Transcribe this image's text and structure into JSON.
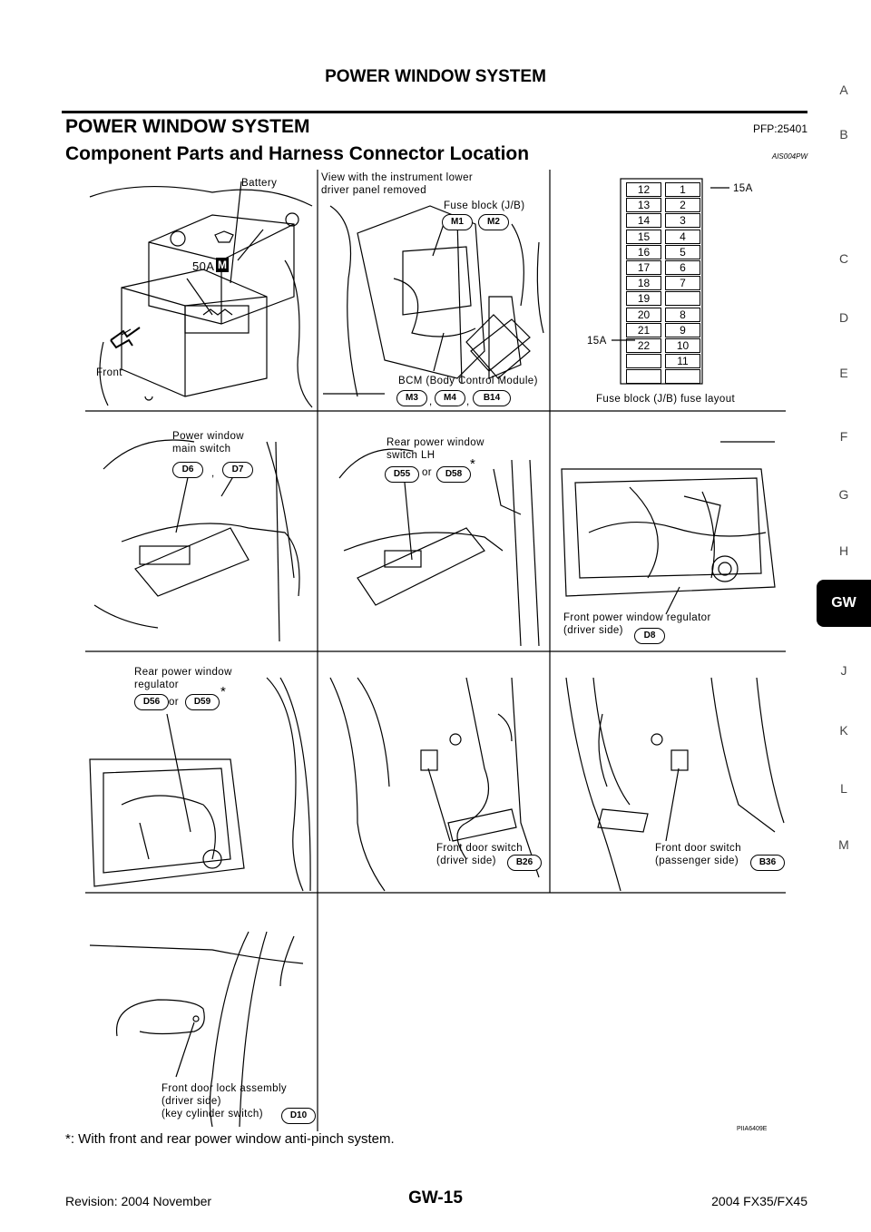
{
  "page": {
    "header_title": "POWER WINDOW SYSTEM",
    "section_title": "POWER WINDOW SYSTEM",
    "section_code": "PFP:25401",
    "subsection_title": "Component Parts and Harness Connector Location",
    "subsection_code": "AIS004PW",
    "footnote": "*: With front and rear power window anti-pinch system.",
    "figure_code": "PIIA6409E",
    "footer_left": "Revision: 2004 November",
    "footer_center": "GW-15",
    "footer_right": "2004 FX35/FX45"
  },
  "side_tabs": [
    "A",
    "B",
    "C",
    "D",
    "E",
    "F",
    "G",
    "H",
    "GW",
    "J",
    "K",
    "L",
    "M"
  ],
  "active_tab": "GW",
  "figure": {
    "battery": "Battery",
    "fifty_a": "50A",
    "m_badge": "M",
    "front": "Front",
    "view_note": "View with the instrument lower\ndriver panel removed",
    "fuse_block": "Fuse block (J/B)",
    "m1": "M1",
    "m2": "M2",
    "bcm": "BCM (Body Control Module)",
    "m3": "M3",
    "m4": "M4",
    "b14": "B14",
    "comma": ",",
    "fuse_15a_top": "15A",
    "fuse_15a_left": "15A",
    "fuse_layout": "Fuse block (J/B) fuse layout",
    "fuse_left_col": [
      "12",
      "13",
      "14",
      "15",
      "16",
      "17",
      "18",
      "19",
      "20",
      "21",
      "22",
      "",
      ""
    ],
    "fuse_right_col": [
      "1",
      "2",
      "3",
      "4",
      "5",
      "6",
      "7",
      "",
      "8",
      "9",
      "10",
      "11",
      ""
    ],
    "pw_main_switch": "Power window\nmain switch",
    "d6": "D6",
    "d7": "D7",
    "rear_switch_lh": "Rear power window\nswitch LH",
    "d55": "D55",
    "d58": "D58",
    "or": "or",
    "asterisk": "*",
    "front_regulator": "Front power window regulator\n(driver side)",
    "d8": "D8",
    "rear_regulator": "Rear power window\nregulator",
    "d56": "D56",
    "d59": "D59",
    "door_switch_driver": "Front door switch\n(driver side)",
    "b26": "B26",
    "door_switch_passenger": "Front door switch\n(passenger side)",
    "b36": "B36",
    "door_lock": "Front door lock assembly\n(driver side)\n(key cylinder switch)",
    "d10": "D10"
  }
}
